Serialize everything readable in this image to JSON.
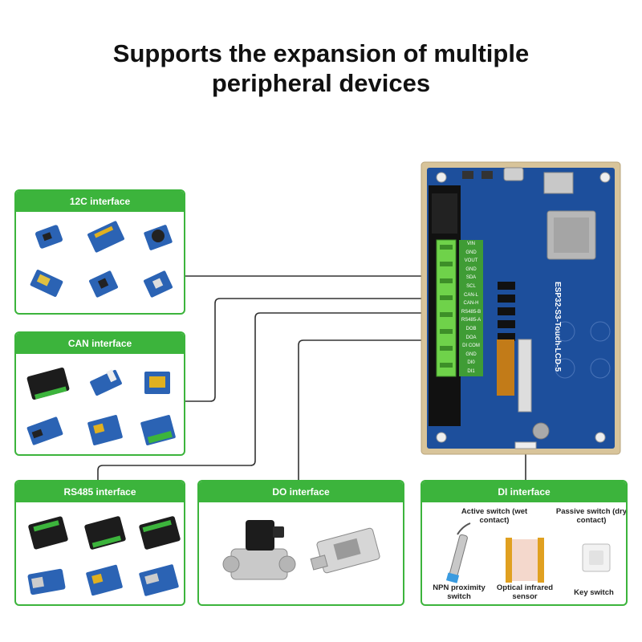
{
  "headline": {
    "line1": "Supports the expansion of multiple",
    "line2": "peripheral devices"
  },
  "panels": {
    "i2c": {
      "title": "12C interface"
    },
    "can": {
      "title": "CAN interface"
    },
    "rs485": {
      "title": "RS485 interface"
    },
    "do": {
      "title": "DO interface"
    },
    "di": {
      "title": "DI interface",
      "active_label": "Active switch (wet contact)",
      "passive_label": "Passive switch (dry contact)",
      "items": [
        "NPN proximity switch",
        "Optical infrared sensor",
        "Key switch"
      ]
    }
  },
  "board": {
    "model": "ESP32-S3-Touch-LCD-5",
    "pins": [
      "VIN",
      "GND",
      "VOUT",
      "GND",
      "SDA",
      "SCL",
      "CAN-L",
      "CAN-H",
      "RS485-B",
      "RS485-A",
      "DOB",
      "DOA",
      "DI COM",
      "GND",
      "DI0",
      "DI1"
    ]
  },
  "colors": {
    "accent": "#3cb43c",
    "pcb": "#1d4f9c",
    "frame": "#d8c49a",
    "wire": "#333333"
  }
}
